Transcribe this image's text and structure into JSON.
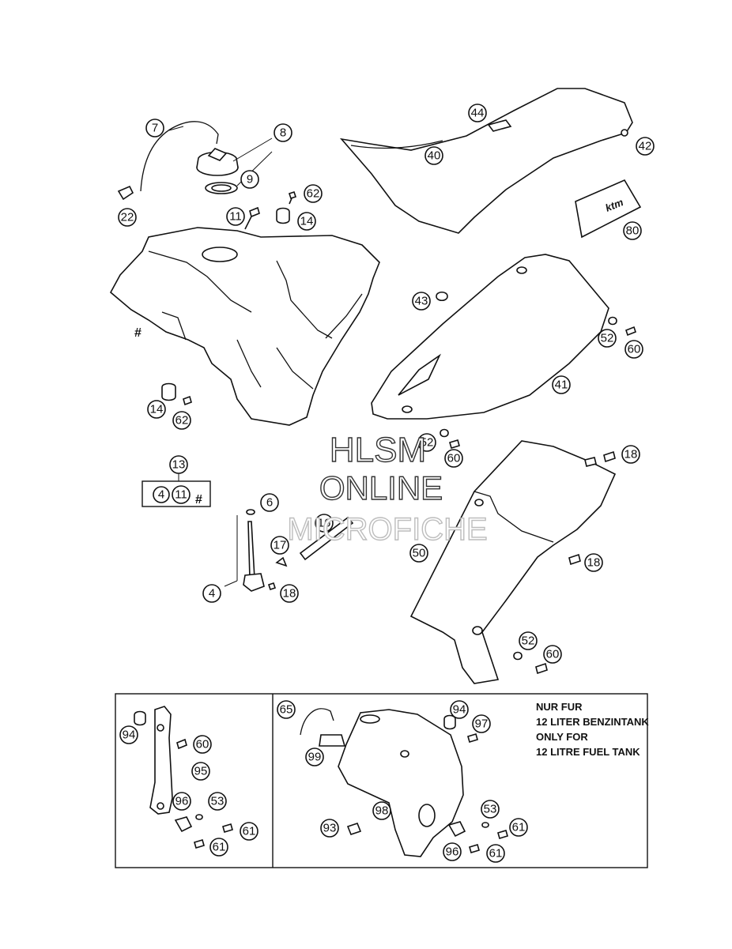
{
  "watermark": {
    "line1": "HLSM",
    "line2": "ONLINE",
    "line3": "MICROFICHE"
  },
  "note": {
    "line1": "NUR FUR",
    "line2": "12 LITER BENZINTANK",
    "line3": "ONLY FOR",
    "line4": "12 LITRE FUEL TANK"
  },
  "hash_symbol": "#",
  "callouts": {
    "c7": "7",
    "c8": "8",
    "c9": "9",
    "c22": "22",
    "c11a": "11",
    "c62a": "62",
    "c14a": "14",
    "c14b": "14",
    "c62b": "62",
    "c13": "13",
    "kit4": "4",
    "kit11": "11",
    "c6": "6",
    "c17": "17",
    "c4": "4",
    "c18a": "18",
    "c16": "16",
    "c44": "44",
    "c40": "40",
    "c42": "42",
    "c80": "80",
    "c43": "43",
    "c52a": "52",
    "c60a": "60",
    "c41": "41",
    "c52b": "52",
    "c60b": "60",
    "c18b": "18",
    "c50": "50",
    "c18c": "18",
    "c52c": "52",
    "c60c": "60",
    "c94a": "94",
    "c60d": "60",
    "c95": "95",
    "c96a": "96",
    "c53a": "53",
    "c61a": "61",
    "c61b": "61",
    "c65": "65",
    "c99": "99",
    "c94b": "94",
    "c97": "97",
    "c98": "98",
    "c93": "93",
    "c53b": "53",
    "c61c": "61",
    "c96b": "96",
    "c61d": "61"
  }
}
